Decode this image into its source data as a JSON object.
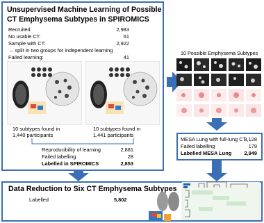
{
  "main_box": {
    "title_line1": "Unsupervised Machine Learning of Possible",
    "title_line2": "CT Emphysema Subtypes in SPIROMICS",
    "stats": [
      {
        "label": "Recruited",
        "value": "2,983"
      },
      {
        "label": "No usable CT:",
        "value": "61"
      },
      {
        "label": "Sample with CT:",
        "value": "2,922"
      },
      {
        "label": "→ split in two groups for independent learning",
        "value": ""
      },
      {
        "label": "Failed learning:",
        "value": "41"
      }
    ],
    "left_caption_1": "10 subtypes found in",
    "left_caption_2": "1,440 participants",
    "right_caption_1": "10 subtypes found in",
    "right_caption_2": "1,441 participants",
    "bottom_stats": [
      {
        "label": "Reproducibility of learning",
        "value": "2,881",
        "bold": false
      },
      {
        "label": "Failed labelling",
        "value": "28",
        "bold": false
      },
      {
        "label": "Labelled in SPIROMICS",
        "value": "2,853",
        "bold": true
      }
    ]
  },
  "subtypes_panel": {
    "title": "10 Possible Emphysema Subtypes"
  },
  "mesa_box": {
    "rows": [
      {
        "label": "MESA Lung with full-lung CT",
        "value": "3,128",
        "bold": false
      },
      {
        "label": "Failed labelling",
        "value": "179",
        "bold": false
      },
      {
        "label": "Labelled MESA Lung",
        "value": "2,949",
        "bold": true
      }
    ]
  },
  "reduction_box": {
    "title": "Data Reduction to Six CT Emphysema Subtypes",
    "label": "Labelled",
    "value": "5,802"
  },
  "colors": {
    "border": "#3a6fb5",
    "arrow": "#3a6fb5"
  }
}
